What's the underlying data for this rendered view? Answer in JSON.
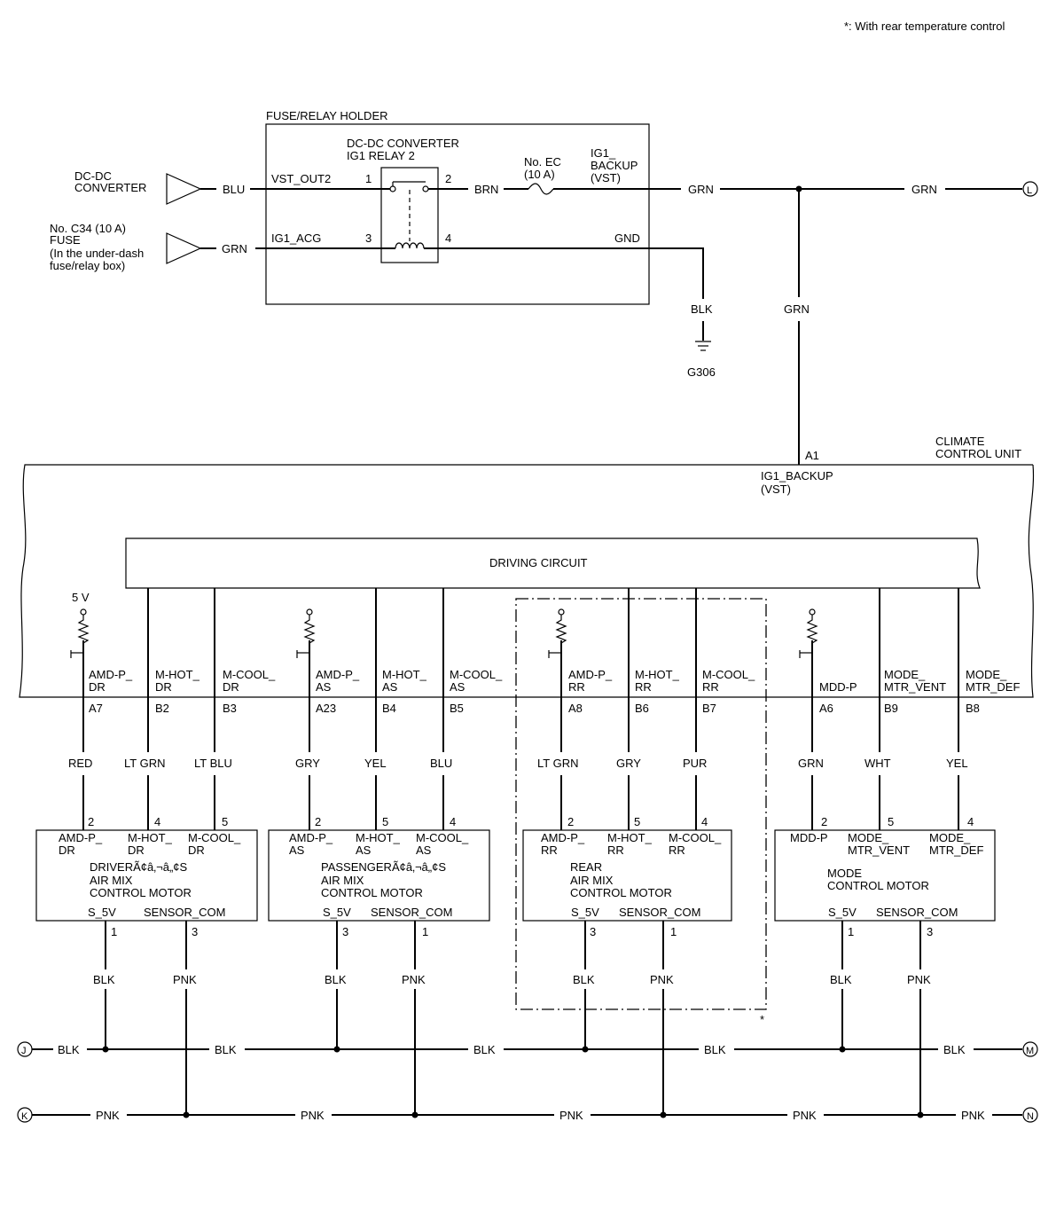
{
  "note": "*: With rear temperature control",
  "fuse_relay_holder": {
    "title": "FUSE/RELAY HOLDER",
    "relay_name_1": "DC-DC CONVERTER",
    "relay_name_2": "IG1 RELAY 2",
    "vst_out2": "VST_OUT2",
    "ig1_acg": "IG1_ACG",
    "pin1": "1",
    "pin2": "2",
    "pin3": "3",
    "pin4": "4",
    "fuse_1": "No. EC",
    "fuse_2": "(10 A)",
    "ig1_backup_1": "IG1_",
    "ig1_backup_2": "BACKUP",
    "ig1_backup_3": "(VST)",
    "gnd": "GND"
  },
  "sources": {
    "dcdc_1": "DC-DC",
    "dcdc_2": "CONVERTER",
    "c34_1": "No. C34 (10 A)",
    "c34_2": "FUSE",
    "c34_3": "(In the under-dash",
    "c34_4": "fuse/relay box)"
  },
  "wires": {
    "blu": "BLU",
    "grn": "GRN",
    "brn": "BRN",
    "blk": "BLK",
    "pnk": "PNK",
    "red": "RED",
    "lt_grn": "LT GRN",
    "lt_blu": "LT BLU",
    "gry": "GRY",
    "yel": "YEL",
    "pur": "PUR",
    "wht": "WHT"
  },
  "ground": "G306",
  "connectors": {
    "L": "L",
    "J": "J",
    "K": "K",
    "M": "M",
    "N": "N"
  },
  "climate_unit": {
    "title_1": "CLIMATE",
    "title_2": "CONTROL UNIT",
    "a1": "A1",
    "ig1_1": "IG1_BACKUP",
    "ig1_2": "(VST)",
    "driving_circuit": "DRIVING CIRCUIT",
    "five_v": "5 V"
  },
  "unit_terms": {
    "amdp": "AMD-P_",
    "mhot": "M-HOT_",
    "mcool": "M-COOL_",
    "dr": "DR",
    "as": "AS",
    "rr": "RR",
    "mddp": "MDD-P",
    "mode": "MODE_",
    "mtr_vent": "MTR_VENT",
    "mtr_def": "MTR_DEF",
    "a7": "A7",
    "b2": "B2",
    "b3": "B3",
    "a23": "A23",
    "b4": "B4",
    "b5": "B5",
    "a8": "A8",
    "b6": "B6",
    "b7": "B7",
    "a6": "A6",
    "b9": "B9",
    "b8": "B8"
  },
  "motors": {
    "driver": {
      "name_1": "DRIVERÃ¢â‚¬â„¢S",
      "name_2": "AIR MIX",
      "name_3": "CONTROL MOTOR"
    },
    "passenger": {
      "name_1": "PASSENGERÃ¢â‚¬â„¢S",
      "name_2": "AIR MIX",
      "name_3": "CONTROL MOTOR"
    },
    "rear": {
      "name_1": "REAR",
      "name_2": "AIR MIX",
      "name_3": "CONTROL MOTOR"
    },
    "mode": {
      "name_1": "MODE",
      "name_2": "CONTROL MOTOR"
    },
    "s5v": "S_5V",
    "sensor_com": "SENSOR_COM",
    "p1": "1",
    "p2": "2",
    "p3": "3",
    "p4": "4",
    "p5": "5"
  },
  "asterisk": "*"
}
